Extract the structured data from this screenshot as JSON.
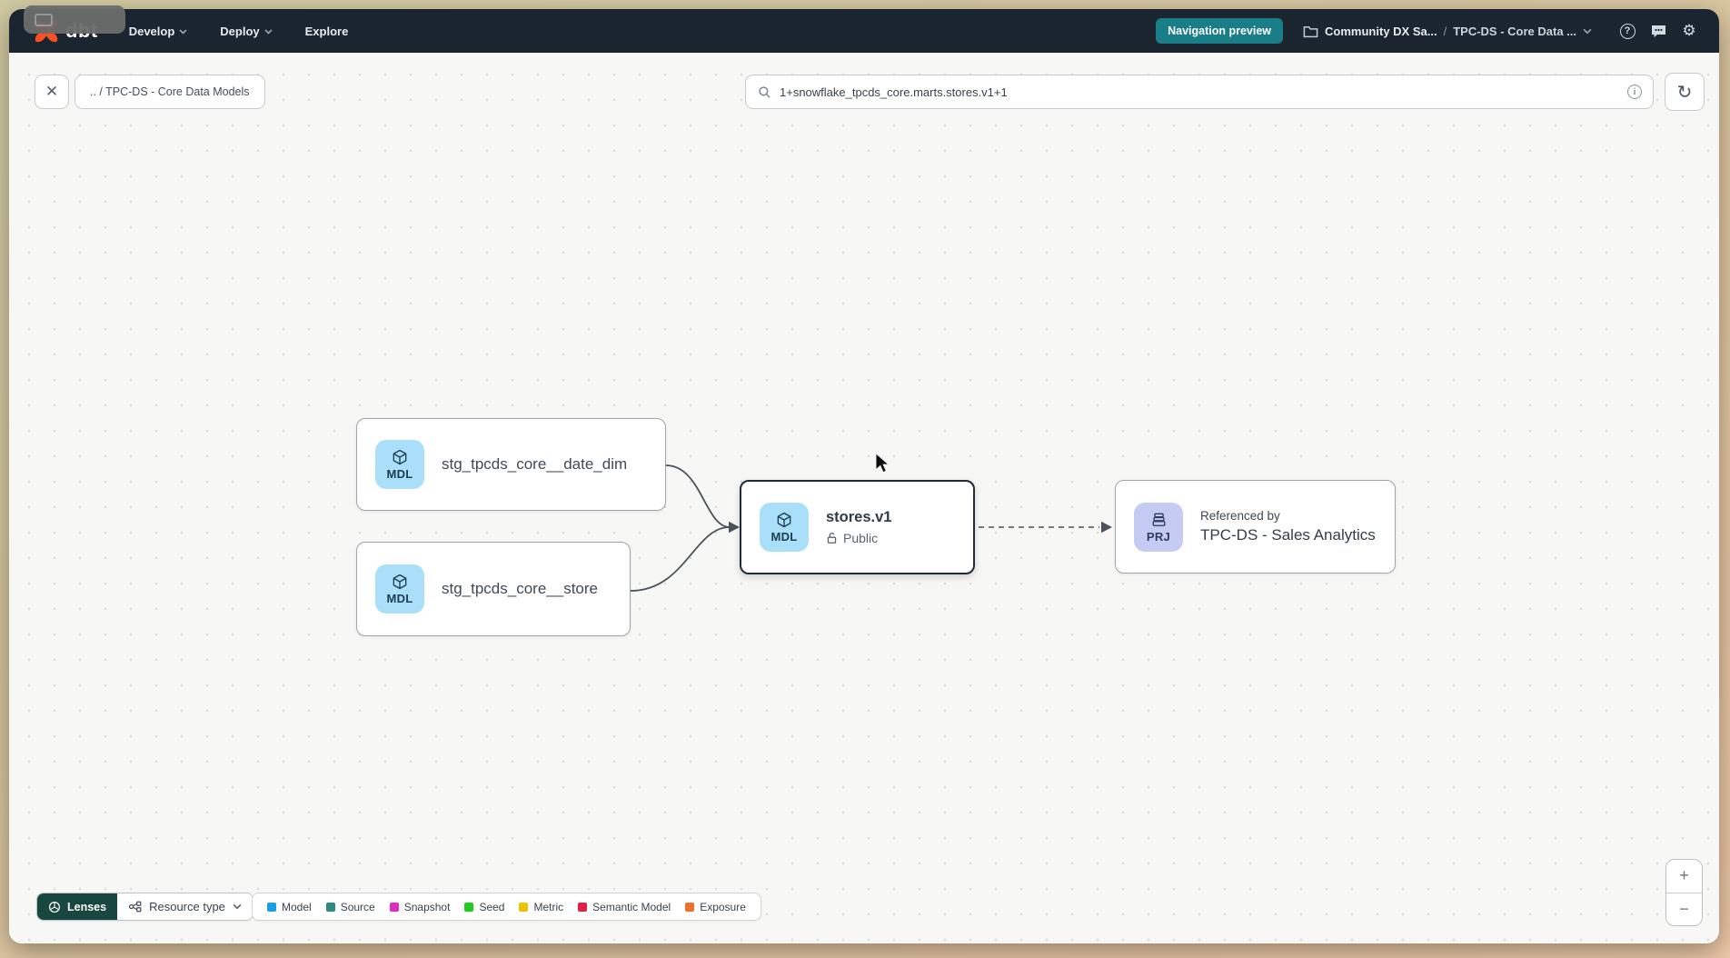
{
  "navbar": {
    "logo_text": "dbt",
    "menu": [
      {
        "label": "Develop"
      },
      {
        "label": "Deploy"
      },
      {
        "label": "Explore"
      }
    ],
    "preview_button_label": "Navigation preview",
    "account_breadcrumb": {
      "project": "Community DX Sa...",
      "separator": "/",
      "environment": "TPC-DS - Core Data ..."
    }
  },
  "toolbar": {
    "breadcrumb_chip": ".. / TPC-DS - Core Data Models",
    "search_value": "1+snowflake_tpcds_core.marts.stores.v1+1"
  },
  "graph": {
    "nodes": [
      {
        "badge": "MDL",
        "label": "stg_tpcds_core__date_dim"
      },
      {
        "badge": "MDL",
        "label": "stg_tpcds_core__store"
      },
      {
        "badge": "MDL",
        "label": "stores.v1",
        "access": "Public"
      },
      {
        "badge": "PRJ",
        "kicker": "Referenced by",
        "label": "TPC-DS - Sales Analytics"
      }
    ]
  },
  "footer": {
    "lenses_label": "Lenses",
    "resource_type_label": "Resource type",
    "legend": [
      {
        "label": "Model",
        "color": "#189fe4"
      },
      {
        "label": "Source",
        "color": "#2b8a84"
      },
      {
        "label": "Snapshot",
        "color": "#e02cc4"
      },
      {
        "label": "Seed",
        "color": "#1ecb1e"
      },
      {
        "label": "Metric",
        "color": "#eec200"
      },
      {
        "label": "Semantic Model",
        "color": "#e02046"
      },
      {
        "label": "Exposure",
        "color": "#ed6f2d"
      }
    ]
  },
  "icons": {
    "close": "✕",
    "refresh": "↻",
    "gear": "⚙",
    "help": "?",
    "info": "i",
    "zoom_in": "+",
    "zoom_out": "−"
  }
}
